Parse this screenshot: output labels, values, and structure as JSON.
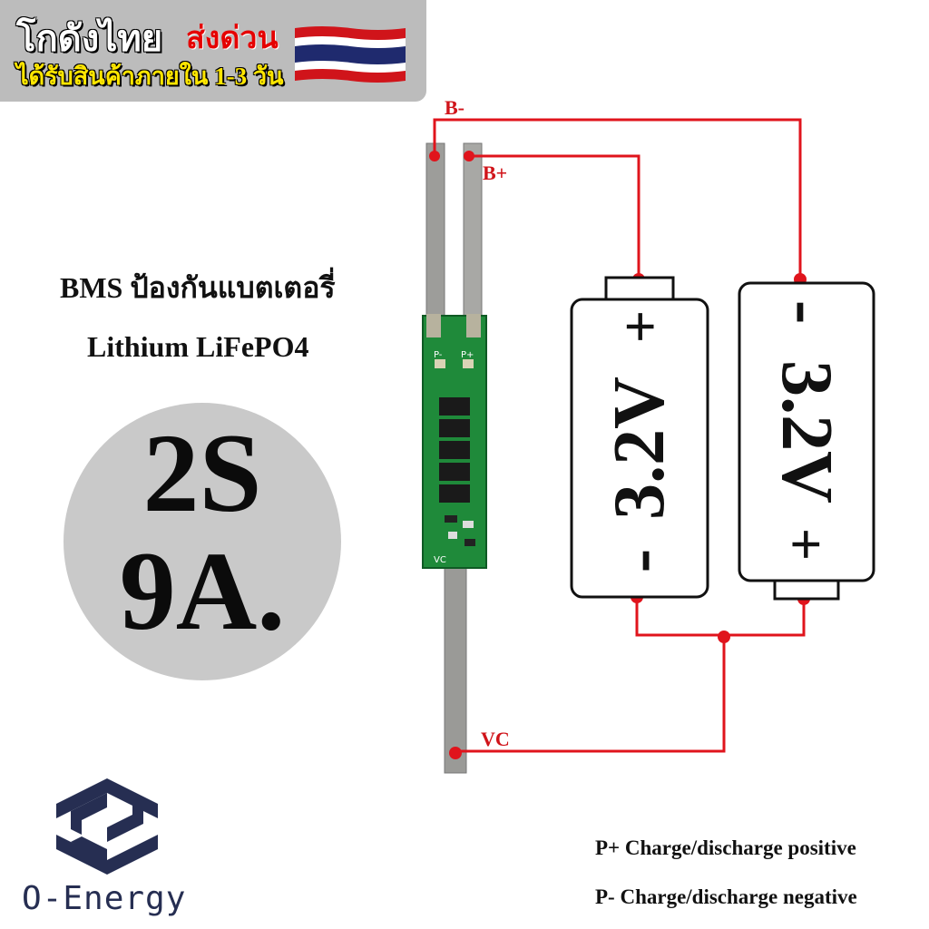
{
  "banner": {
    "line1": "โกดังไทย",
    "express": "ส่งด่วน",
    "line2": "ได้รับสินค้าภายใน 1-3 วัน"
  },
  "product": {
    "title_line1": "BMS ป้องกันแบตเตอรี่",
    "title_line2": "Lithium LiFePO4",
    "series": "2S",
    "current": "9A."
  },
  "diagram": {
    "labels": {
      "b_minus": "B-",
      "b_plus": "B+",
      "vc": "VC"
    },
    "pcb_labels": {
      "p_minus": "P-",
      "p_plus": "P+",
      "vc": "VC"
    },
    "cells": [
      {
        "voltage": "3.2V",
        "top_sign": "+",
        "bottom_sign": "-"
      },
      {
        "voltage": "3.2V",
        "top_sign": "-",
        "bottom_sign": "+"
      }
    ],
    "wire_color": "#e0141c",
    "pcb_color": "#1f8a3a"
  },
  "legend": {
    "p_plus": "P+ Charge/discharge positive",
    "p_minus": "P- Charge/discharge negative"
  },
  "brand": {
    "name": "O-Energy",
    "color": "#262e52",
    "icon": "o-energy-logo-icon"
  },
  "flag": {
    "icon": "thailand-flag-icon",
    "colors": [
      "#d0141a",
      "#ffffff",
      "#1f2a6e"
    ]
  }
}
